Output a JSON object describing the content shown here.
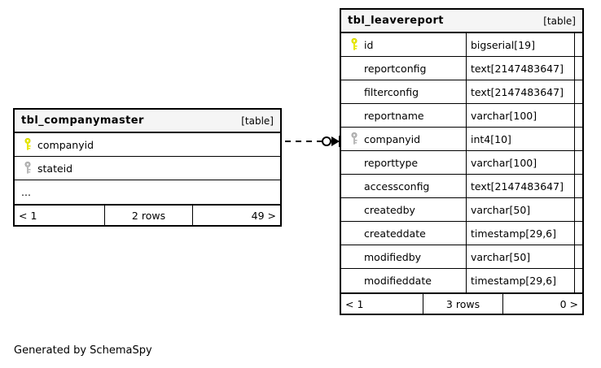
{
  "diagram": {
    "credit": "Generated by SchemaSpy",
    "relationship": {
      "name": "companymaster-to-leavereport",
      "style": "dashed",
      "source_marker": "none",
      "target_marker": "crows-foot",
      "optional_marker": "circle"
    }
  },
  "tables": [
    {
      "id": "companymaster",
      "title": "tbl_companymaster",
      "kind": "[table]",
      "name_col_width": 330,
      "has_type_column": false,
      "columns": [
        {
          "key": "primary",
          "name": "companyid",
          "type": ""
        },
        {
          "key": "foreign",
          "name": "stateid",
          "type": ""
        },
        {
          "key": "none",
          "name": "...",
          "type": ""
        }
      ],
      "footer": {
        "prev": "< 1",
        "rows": "2 rows",
        "next": "49 >"
      }
    },
    {
      "id": "leavereport",
      "title": "tbl_leavereport",
      "kind": "[table]",
      "name_col_width": 153,
      "type_col_width": 133,
      "flag_col_width": 10,
      "has_type_column": true,
      "columns": [
        {
          "key": "primary",
          "name": "id",
          "type": "bigserial[19]"
        },
        {
          "key": "none",
          "name": "reportconfig",
          "type": "text[2147483647]"
        },
        {
          "key": "none",
          "name": "filterconfig",
          "type": "text[2147483647]"
        },
        {
          "key": "none",
          "name": "reportname",
          "type": "varchar[100]"
        },
        {
          "key": "foreign",
          "name": "companyid",
          "type": "int4[10]"
        },
        {
          "key": "none",
          "name": "reporttype",
          "type": "varchar[100]"
        },
        {
          "key": "none",
          "name": "accessconfig",
          "type": "text[2147483647]"
        },
        {
          "key": "none",
          "name": "createdby",
          "type": "varchar[50]"
        },
        {
          "key": "none",
          "name": "createddate",
          "type": "timestamp[29,6]"
        },
        {
          "key": "none",
          "name": "modifiedby",
          "type": "varchar[50]"
        },
        {
          "key": "none",
          "name": "modifieddate",
          "type": "timestamp[29,6]"
        }
      ],
      "footer": {
        "prev": "< 1",
        "rows": "3 rows",
        "next": "0 >"
      }
    }
  ],
  "colors": {
    "primary_key": "#e8e800",
    "foreign_key": "#b0b0b0",
    "border": "#000000",
    "header_bg": "#f5f5f5",
    "background": "#ffffff"
  }
}
